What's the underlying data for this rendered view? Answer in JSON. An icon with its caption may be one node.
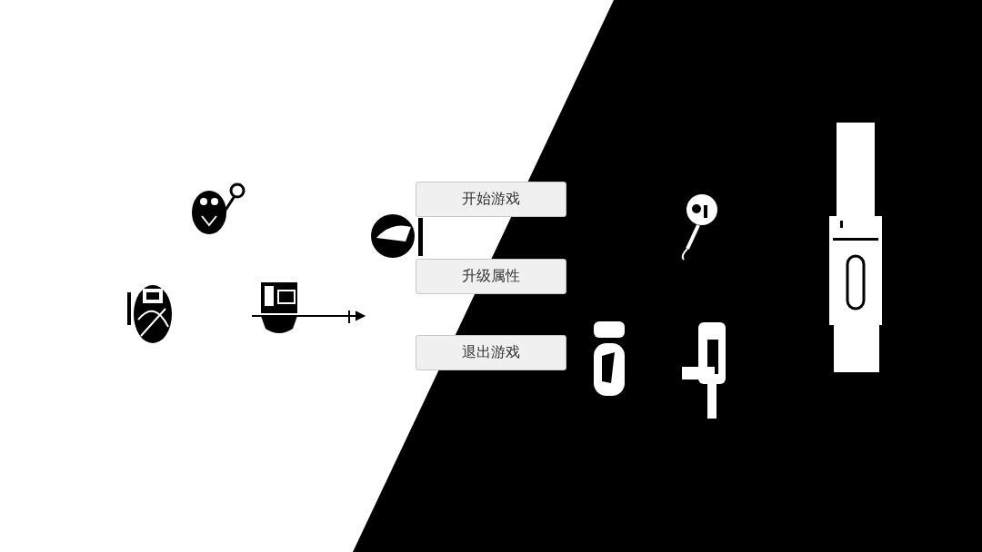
{
  "diagram": {
    "nodes": [
      {
        "text": [
          "开始游戏"
        ]
      },
      {
        "text": [
          "升级属性"
        ]
      },
      {
        "text": [
          "退出游戏"
        ]
      }
    ]
  }
}
